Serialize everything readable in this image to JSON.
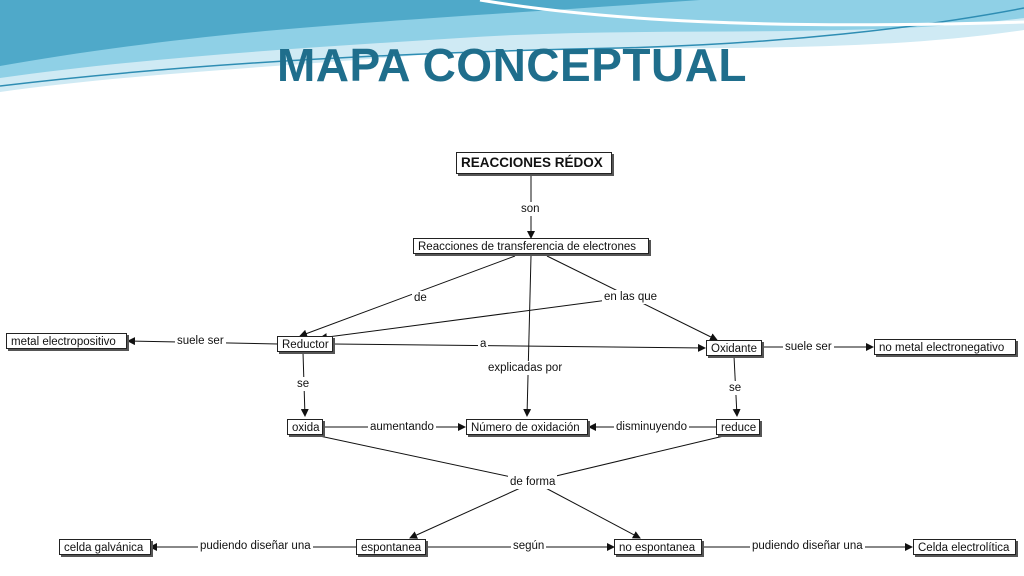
{
  "slide": {
    "title": "MAPA CONCEPTUAL",
    "accent_colors": [
      "#1f6e8c",
      "#5fb8d6",
      "#a8dcec"
    ]
  },
  "concept_map": {
    "nodes": {
      "root": "REACCIONES RÉDOX",
      "transfer": "Reacciones de transferencia de electrones",
      "reductor": "Reductor",
      "oxidante": "Oxidante",
      "metal": "metal electropositivo",
      "nometal": "no metal electronegativo",
      "oxida": "oxida",
      "numox": "Número de oxidación",
      "reduce": "reduce",
      "espontanea": "espontanea",
      "noespontanea": "no espontanea",
      "galvanica": "celda galvánica",
      "electrolitica": "Celda electrolítica"
    },
    "linking_phrases": {
      "son": "son",
      "de": "de",
      "en_las_que": "en las que",
      "suele_ser_left": "suele ser",
      "a": "a",
      "suele_ser_right": "suele ser",
      "se_left": "se",
      "se_right": "se",
      "explicadas_por": "explicadas por",
      "aumentando": "aumentando",
      "disminuyendo": "disminuyendo",
      "de_forma": "de forma",
      "pudiendo_left": "pudiendo diseñar una",
      "segun": "según",
      "pudiendo_right": "pudiendo diseñar una"
    }
  }
}
